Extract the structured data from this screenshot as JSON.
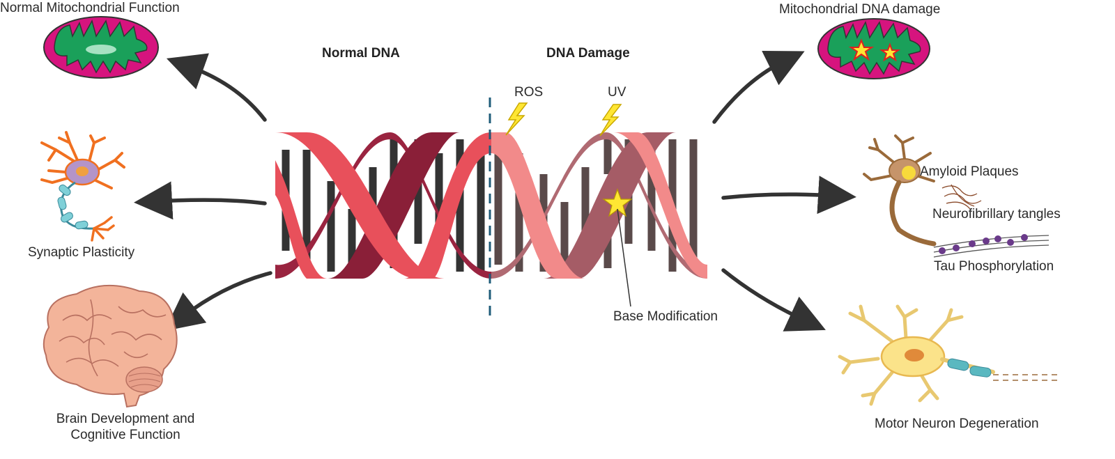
{
  "headers": {
    "normal_dna": "Normal DNA",
    "dna_damage": "DNA Damage"
  },
  "damage_agents": {
    "ros": "ROS",
    "uv": "UV"
  },
  "outcomes_normal": {
    "mitochondria": "Normal Mitochondrial Function",
    "synaptic": "Synaptic Plasticity",
    "brain_line1": "Brain Development and",
    "brain_line2": "Cognitive Function"
  },
  "outcomes_damage": {
    "mito_damage": "Mitochondrial DNA damage",
    "amyloid": "Amyloid Plaques",
    "tangles": "Neurofibrillary tangles",
    "tau": "Tau Phosphorylation",
    "base_mod": "Base Modification",
    "motor": "Motor Neuron Degeneration"
  },
  "colors": {
    "strand_front": "#e8505b",
    "strand_back": "#9a2440",
    "strand_front_damaged": "#f28a8a",
    "strand_back_damaged": "#b06a72",
    "base_pair": "#333333",
    "base_pair_damaged": "#5a4a4a",
    "mito_outer": "#d6147e",
    "mito_inner": "#1aa05a",
    "arrow": "#333333",
    "divider": "#1f5c7a",
    "lightning": "#ffe633",
    "star": "#ffe633"
  }
}
